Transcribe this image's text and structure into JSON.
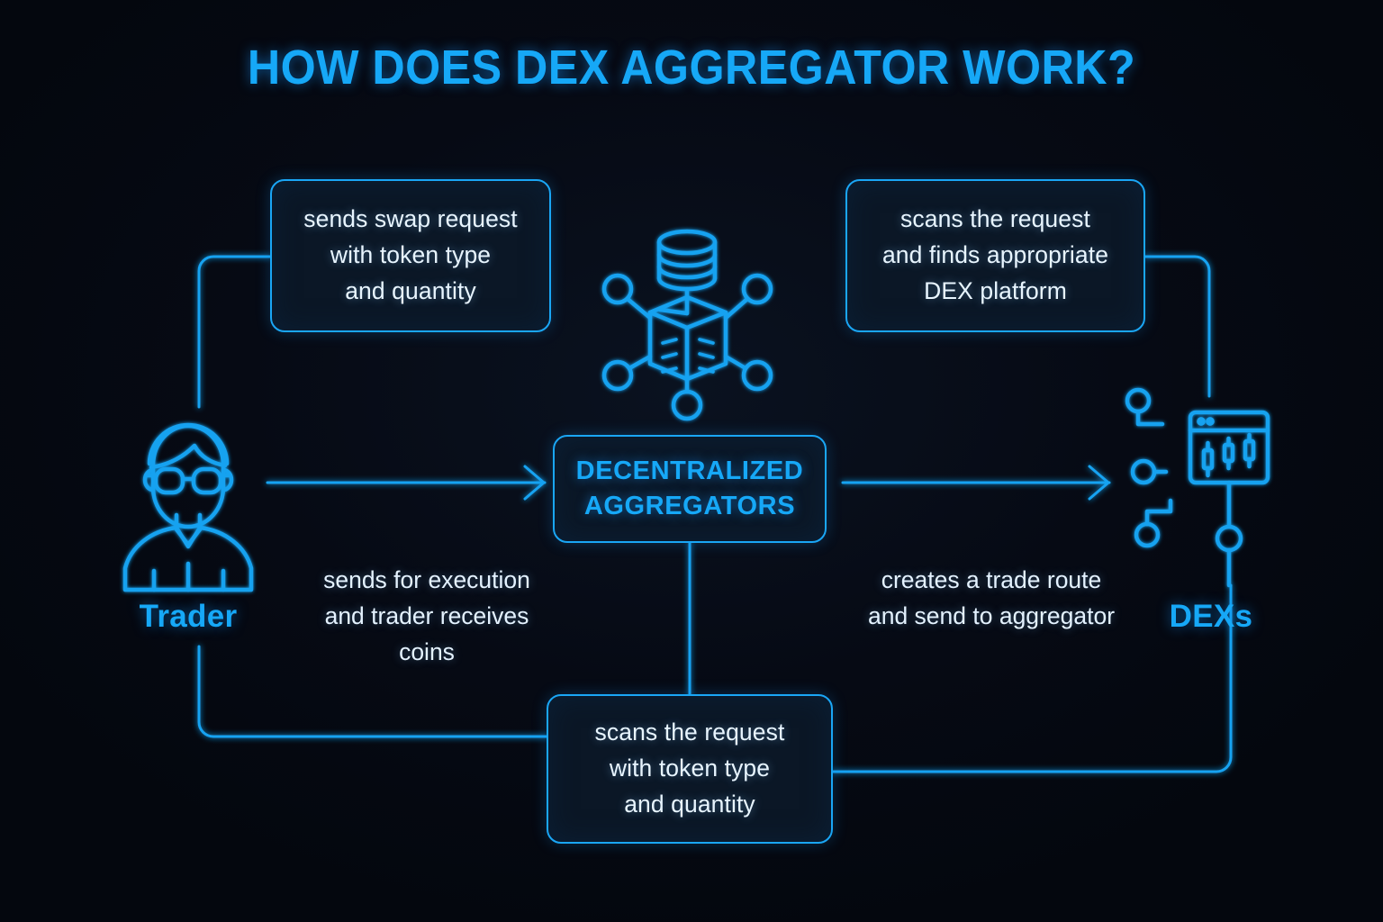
{
  "page": {
    "title": "HOW DOES DEX AGGREGATOR WORK?",
    "background_color": "#04070e",
    "accent_color": "#16a8f7",
    "text_color": "#e8f5ff",
    "card_fill": "#0b1726"
  },
  "nodes": {
    "trader": {
      "label": "Trader",
      "icon": "trader-person-icon"
    },
    "aggregator": {
      "label": "DECENTRALIZED\nAGGREGATORS",
      "line1": "DECENTRALIZED",
      "line2": "AGGREGATORS"
    },
    "dexs": {
      "label": "DEXs",
      "icon": "dex-chart-window-icon"
    },
    "network": {
      "icon": "blockchain-network-icon"
    }
  },
  "cards": {
    "swap_request": {
      "lines": [
        "sends swap request",
        "with token type",
        "and quantity"
      ],
      "text": "sends swap request with token type and quantity"
    },
    "scan_find_dex": {
      "lines": [
        "scans the request",
        "and finds appropriate",
        "DEX platform"
      ],
      "text": "scans the request and finds appropriate DEX platform"
    },
    "scan_token": {
      "lines": [
        "scans the request",
        "with token type",
        "and quantity"
      ],
      "text": "scans the request with token type and quantity"
    }
  },
  "captions": {
    "execution": {
      "lines": [
        "sends for execution",
        "and trader receives",
        "coins"
      ],
      "text": "sends for execution and trader receives coins"
    },
    "trade_route": {
      "lines": [
        "creates a trade route",
        "and send to aggregator"
      ],
      "text": "creates a trade route and send to aggregator"
    }
  }
}
